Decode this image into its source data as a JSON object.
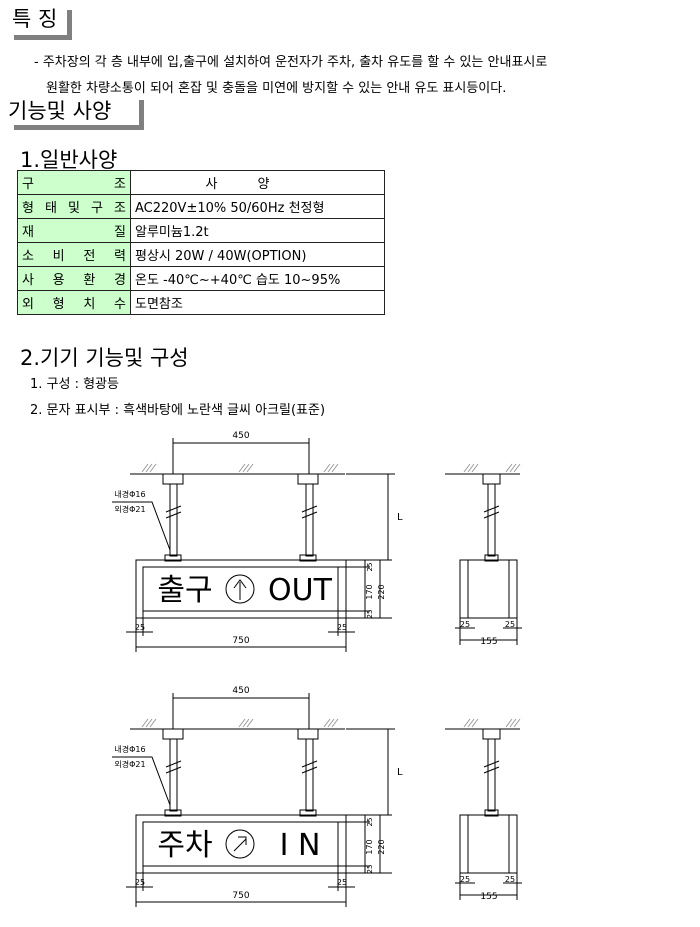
{
  "features": {
    "title": "특 징",
    "lines": [
      "- 주차장의  각 층 내부에 입,출구에 설치하여 운전자가 주차, 출차 유도를 할 수 있는 안내표시로",
      "원활한 차량소통이 되어 혼잡 및 충돌을 미연에 방지할 수 있는 안내 유도 표시등이다."
    ]
  },
  "spec_title": "기능및 사양",
  "general": {
    "title": "1.일반사양",
    "header": [
      "구조",
      "사양"
    ],
    "rows": [
      {
        "key": "형태및구조",
        "value": "AC220V±10% 50/60Hz   천정형"
      },
      {
        "key": "재질",
        "value": "알루미늄1.2t"
      },
      {
        "key": "소비전력",
        "value": "평상시 20W  / 40W(OPTION)"
      },
      {
        "key": "사용환경",
        "value": "온도 -40℃~+40℃  습도 10~95%"
      },
      {
        "key": "외형치수",
        "value": "도면참조"
      }
    ]
  },
  "function": {
    "title": "2.기기 기능및 구성",
    "items": [
      "1. 구성 :  형광등",
      "2. 문자 표시부 :  흑색바탕에 노란색 글씨 아크릴(표준)"
    ]
  },
  "drawings": [
    {
      "sign_text": "출구",
      "sign_text2": "OUT",
      "arrow": "up-arrow",
      "dims": {
        "span": "450",
        "width": "750",
        "height": "220",
        "inner": "170",
        "margin": "25",
        "side": "155",
        "length": "L",
        "inner_dia": "내경Φ16",
        "outer_dia": "외경Φ21"
      }
    },
    {
      "sign_text": "주차",
      "sign_text2": "I N",
      "arrow": "up-right-arrow",
      "dims": {
        "span": "450",
        "width": "750",
        "height": "220",
        "inner": "170",
        "margin": "25",
        "side": "155",
        "length": "L",
        "inner_dia": "내경Φ16",
        "outer_dia": "외경Φ21"
      }
    }
  ],
  "colors": {
    "table_key_bg": "#ccffcc",
    "heading_shadow": "#808080"
  }
}
